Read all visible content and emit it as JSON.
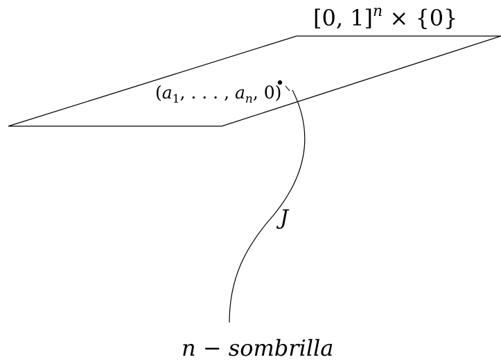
{
  "diagram": {
    "plane_label": {
      "open_bracket": "[0, 1]",
      "superscript": "n",
      "times_set": " × {0}"
    },
    "point_label": {
      "open": "(",
      "a1_base": "a",
      "a1_sub": "1",
      "middle": ", . . . , ",
      "an_base": "a",
      "an_sub": "n",
      "close": ", 0)"
    },
    "curve_label": "J",
    "caption": {
      "n": "n",
      "minus": " − ",
      "word": "sombrilla"
    }
  }
}
